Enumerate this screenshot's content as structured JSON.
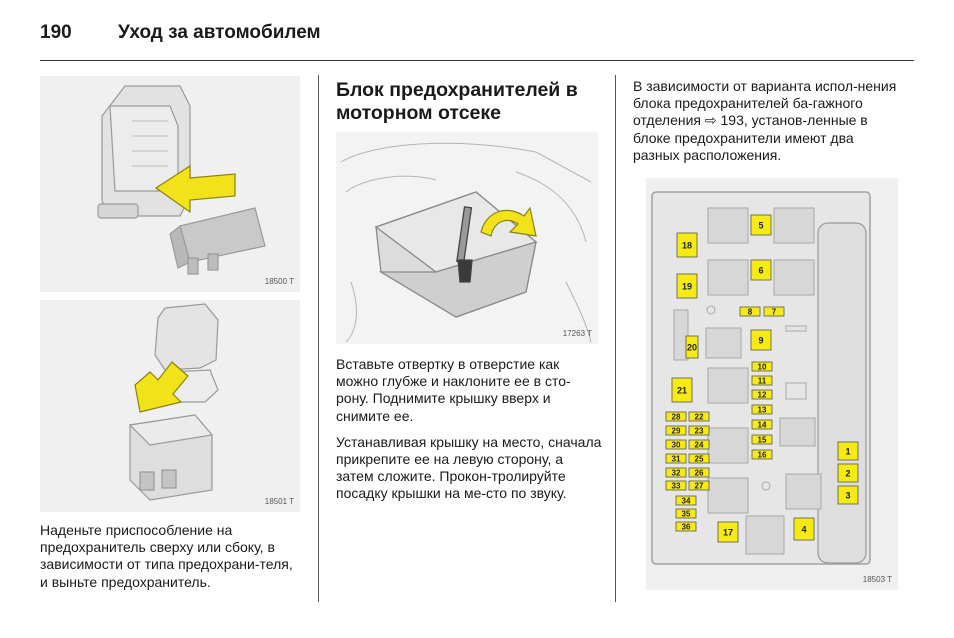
{
  "header": {
    "page_number": "190",
    "section_title": "Уход за автомобилем"
  },
  "left": {
    "figure1_code": "18500 T",
    "figure2_code": "18501 T",
    "caption": "Наденьте приспособление на предохранитель сверху или сбоку, в зависимости от типа предохрани-теля, и выньте предохранитель."
  },
  "middle": {
    "heading": "Блок предохранителей в моторном отсеке",
    "figure_code": "17263 T",
    "paragraph1": "Вставьте отвертку в отверстие как можно глубже и наклоните ее в сто-рону. Поднимите крышку вверх и снимите ее.",
    "paragraph2": "Устанавливая крышку на место, сначала прикрепите ее на левую сторону, а затем сложите. Прокон-тролируйте посадку крышки на ме-сто по звуку."
  },
  "right": {
    "text": "В зависимости от варианта испол-нения блока предохранителей ба-гажного отделения ⇨ 193, установ-ленные в блоке предохранители имеют два разных расположения.",
    "figure_code": "18503 T",
    "fuse_labels": [
      "1",
      "2",
      "3",
      "4",
      "5",
      "6",
      "7",
      "8",
      "9",
      "10",
      "11",
      "12",
      "13",
      "14",
      "15",
      "16",
      "17",
      "18",
      "19",
      "20",
      "21",
      "22",
      "23",
      "24",
      "25",
      "26",
      "27",
      "28",
      "29",
      "30",
      "31",
      "32",
      "33",
      "34",
      "35",
      "36"
    ]
  },
  "colors": {
    "highlight_yellow": "#f5ea14",
    "arrow_yellow": "#f2e21a",
    "figure_bg": "#f0f0f0"
  }
}
